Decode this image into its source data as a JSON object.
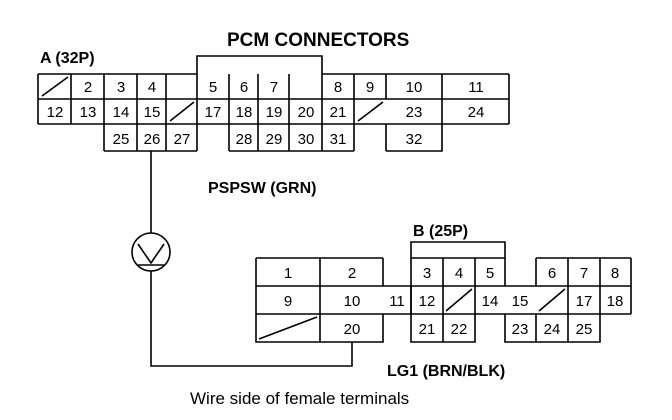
{
  "diagram": {
    "title": "PCM CONNECTORS",
    "connector_a": {
      "label": "A (32P)",
      "pins": [
        "2",
        "3",
        "4",
        "5",
        "6",
        "7",
        "8",
        "9",
        "10",
        "11",
        "12",
        "13",
        "14",
        "15",
        "17",
        "18",
        "19",
        "20",
        "21",
        "23",
        "24",
        "25",
        "26",
        "27",
        "28",
        "29",
        "30",
        "31",
        "32"
      ]
    },
    "connector_b": {
      "label": "B (25P)",
      "pins": [
        "1",
        "2",
        "9",
        "10",
        "11",
        "12",
        "14",
        "15",
        "17",
        "18",
        "20",
        "3",
        "4",
        "5",
        "6",
        "7",
        "8",
        "21",
        "22",
        "23",
        "24",
        "25"
      ]
    },
    "wire_a_label": "PSPSW (GRN)",
    "wire_b_label": "LG1 (BRN/BLK)",
    "meter_symbol": "voltmeter-icon",
    "caption": "Wire side of female terminals"
  }
}
